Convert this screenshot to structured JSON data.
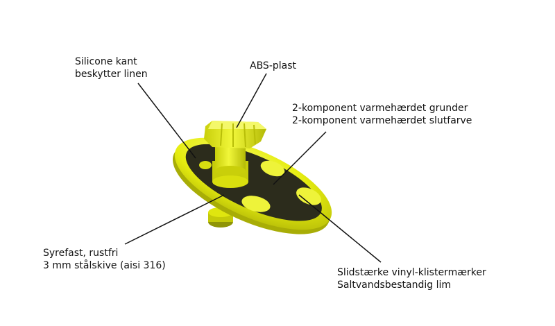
{
  "labels": {
    "silicone": {
      "line1": "Silicone kant",
      "line2": "beskytter linen"
    },
    "abs": {
      "line1": "ABS-plast"
    },
    "komponent": {
      "line1": "2-komponent varmehærdet grunder",
      "line2": "2-komponent varmehærdet slutfarve"
    },
    "syrefast": {
      "line1": "Syrefast, rustfri",
      "line2": "3 mm stålskive (aisi 316)"
    },
    "slidstaerke": {
      "line1": "Slidstærke vinyl-klistermærker",
      "line2": "Saltvandsbestandig lim"
    }
  },
  "colors": {
    "yellow": "#e8ef12",
    "yellow_shade": "#bcc20a",
    "yellow_light": "#f6fb6a",
    "dark_disc": "#2c2c1c",
    "background": "#ffffff"
  }
}
